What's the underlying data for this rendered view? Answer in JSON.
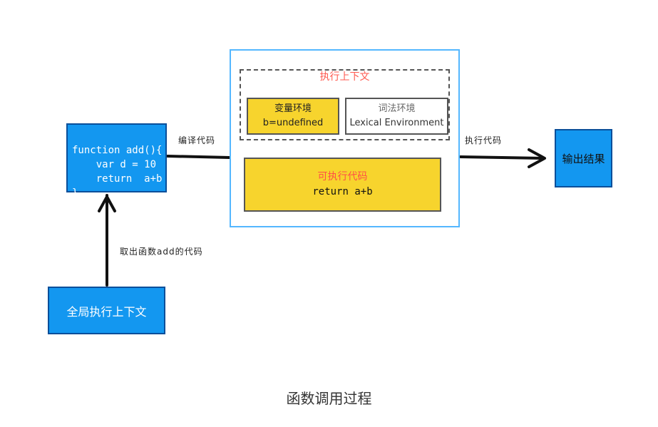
{
  "function_box": {
    "lines": [
      "function add(){",
      "    var d = 10",
      "    return  a+b",
      "}"
    ]
  },
  "global_box": {
    "label": "全局执行上下文"
  },
  "output_box": {
    "label": "输出结果"
  },
  "exec_context": {
    "title": "执行上下文",
    "variable_env": {
      "title": "变量环境",
      "value": "b=undefined"
    },
    "lexical_env": {
      "title": "词法环境",
      "value": "Lexical Environment"
    },
    "executable_code": {
      "title": "可执行代码",
      "code": "return  a+b"
    }
  },
  "arrows": {
    "compile": "编译代码",
    "execute": "执行代码",
    "extract": "取出函数add的代码"
  },
  "caption": "函数调用过程",
  "colors": {
    "blue": "#1397f0",
    "yellow": "#f7d42d",
    "red_title": "#ff5a50",
    "context_border": "#54b7ff"
  }
}
